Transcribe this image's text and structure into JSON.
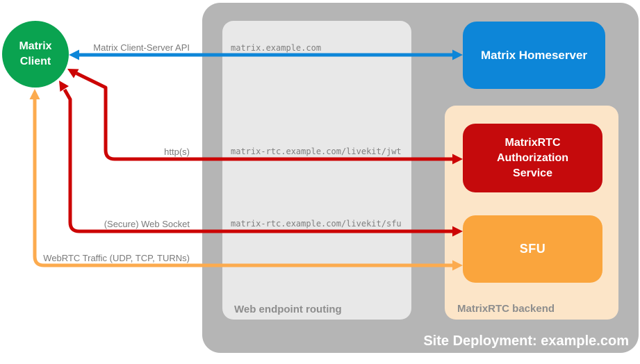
{
  "client": {
    "label": "Matrix Client",
    "line1": "Matrix",
    "line2": "Client",
    "color": "#0aa350"
  },
  "site": {
    "label": "Site Deployment: example.com",
    "background": "#b5b5b5"
  },
  "routing": {
    "label": "Web endpoint routing",
    "background": "#e8e8e8",
    "endpoints": [
      "matrix.example.com",
      "matrix-rtc.example.com/livekit/jwt",
      "matrix-rtc.example.com/livekit/sfu"
    ]
  },
  "homeserver": {
    "label": "Matrix Homeserver",
    "color": "#0d86d8"
  },
  "backend": {
    "label": "MatrixRTC backend",
    "background": "#fce5c8",
    "auth_service": {
      "label": "MatrixRTC Authorization Service",
      "color": "#c50a0c"
    },
    "sfu": {
      "label": "SFU",
      "color": "#faa53d"
    }
  },
  "arrows": {
    "client_server_api": {
      "label": "Matrix Client-Server API",
      "color": "#0d86d8",
      "style": "double-headed"
    },
    "https": {
      "label": "http(s)",
      "color": "#cc0404",
      "style": "double-headed"
    },
    "web_socket": {
      "label": "(Secure) Web Socket",
      "color": "#cc0404",
      "style": "double-headed"
    },
    "webrtc": {
      "label": "WebRTC Traffic (UDP, TCP, TURNs)",
      "color": "#fcab4f",
      "style": "double-headed"
    }
  }
}
